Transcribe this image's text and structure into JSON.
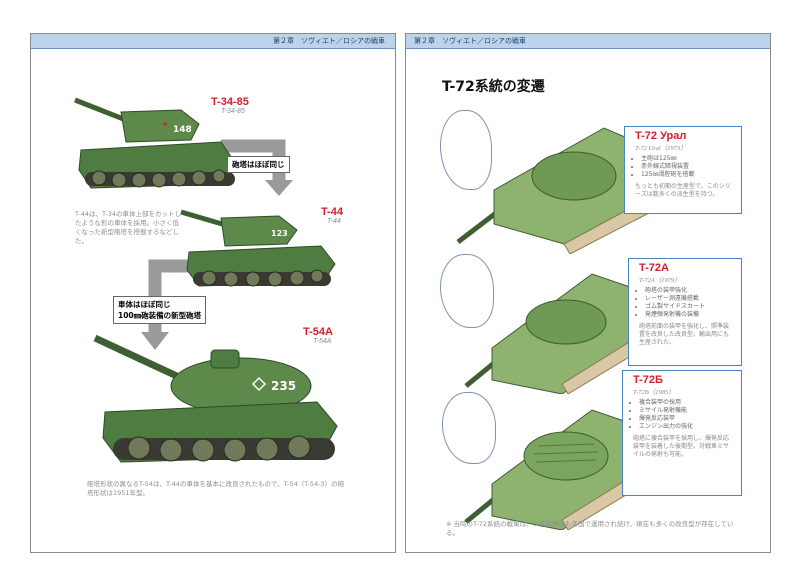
{
  "left": {
    "header": "第２章　ソヴィエト／ロシアの戦車",
    "tanks": [
      {
        "name": "T-34-85",
        "sub": "T-34-85",
        "turret_number": "148"
      },
      {
        "name": "T-44",
        "sub": "T-44",
        "turret_number": "123"
      },
      {
        "name": "T-54A",
        "sub": "T-54A",
        "turret_number": "235"
      }
    ],
    "callouts": {
      "turret_same": "砲塔はほぼ同じ",
      "hull_same": "車体はほぼ同じ",
      "new_turret": "100㎜砲装備の新型砲塔"
    },
    "side_text": "T-44は、T-34の車体上部をカットしたような形の車体を採用。小さく低くなった新型砲塔を搭載するなどした。",
    "bottom_text": "砲塔形状の異なるT-54は、T-44の車体を基本に改良されたもので、T-54（T-54-3）の砲塔形状は1951年型。"
  },
  "right": {
    "header": "第２章　ソヴィエト／ロシアの戦車",
    "title": "T-72系統の変遷",
    "variants": [
      {
        "name": "T-72 Урал",
        "sub": "T-72 Ural（1973）",
        "bullets": [
          "主砲は125㎜",
          "赤外線式暗視装置",
          "125㎜滑腔砲を搭載"
        ],
        "desc": "もっとも初期の生産型で、このシリーズは数多くの派生型を持つ。"
      },
      {
        "name": "T-72A",
        "sub": "T-72A（1979）",
        "bullets": [
          "砲塔の装甲強化",
          "レーザー測遠機搭載",
          "ゴム製サイドスカート",
          "発煙弾発射機の装備"
        ],
        "desc": "砲塔前面の装甲を強化し、照準装置を改良した改良型。輸出用にも生産された。"
      },
      {
        "name": "T-72Б",
        "sub": "T-72B（1985）",
        "bullets": [
          "複合装甲の採用",
          "ミサイル発射機能",
          "爆発反応装甲",
          "エンジン出力の強化"
        ],
        "desc": "砲塔に複合装甲を採用し、爆発反応装甲を装着した後期型。対戦車ミサイルの発射も可能。"
      }
    ],
    "footer_text": "※ 当時のT-72系統の戦車は、ソ連崩壊後も各国で運用され続け、現在も多くの改良型が存在している。"
  },
  "colors": {
    "tank_green": "#5d8a4a",
    "tank_dark": "#3f6a3a",
    "label_red": "#d2202a",
    "box_border": "#4a86c7",
    "header_band": "#bcd3ec",
    "arrow_gray": "#9a9a9a"
  }
}
